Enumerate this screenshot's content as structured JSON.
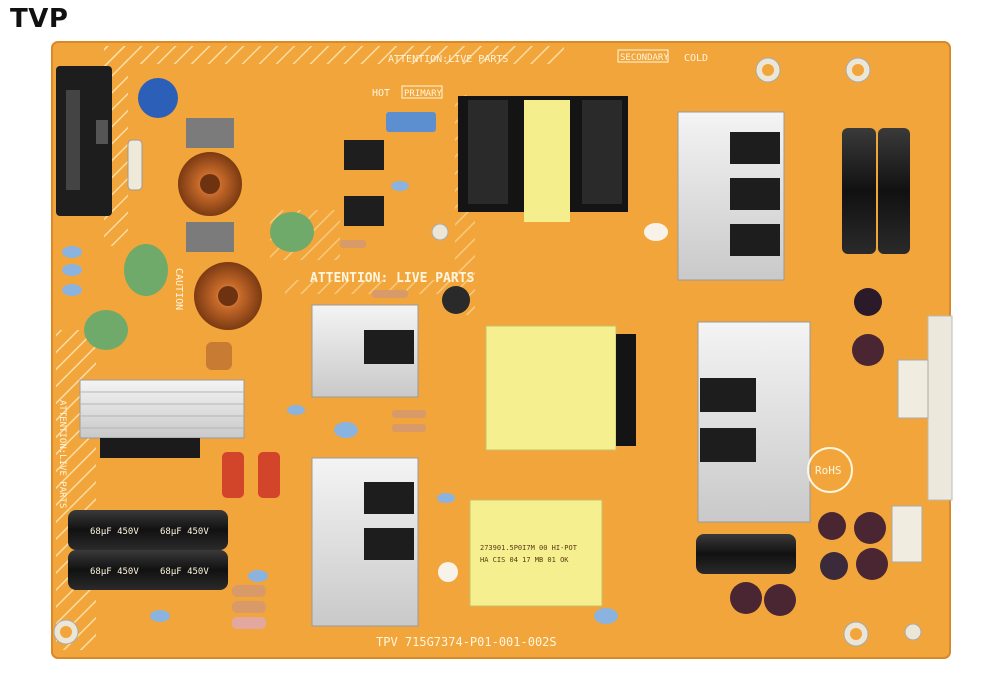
{
  "header": {
    "brand": "TVP"
  },
  "board": {
    "pcb_color": "#f2a53a",
    "label_top_attention": "ATTENTION:LIVE PARTS",
    "label_secondary": "SECONDARY",
    "label_cold": "COLD",
    "label_hot": "HOT",
    "label_primary": "PRIMARY",
    "label_attention_main": "ATTENTION: LIVE PARTS",
    "label_caution": "CAUTION",
    "label_left_vertical": "ATTENTION:LIVE PARTS",
    "label_rohs": "RoHS",
    "label_part_number": "TPV  715G7374-P01-001-002S",
    "capacitor_labels": [
      "68µF 450V",
      "68µF 450V",
      "68µF 450V",
      "68µF 450V"
    ],
    "transformer_labels": [
      "273901.5P0I7M  00  HI-POT",
      "HA  CIS  04  17 MB  01  OK"
    ],
    "icons": [
      "mounting-hole-icon",
      "heatsink-icon",
      "transformer-icon",
      "capacitor-icon",
      "inductor-icon",
      "connector-icon",
      "fuse-icon"
    ]
  }
}
